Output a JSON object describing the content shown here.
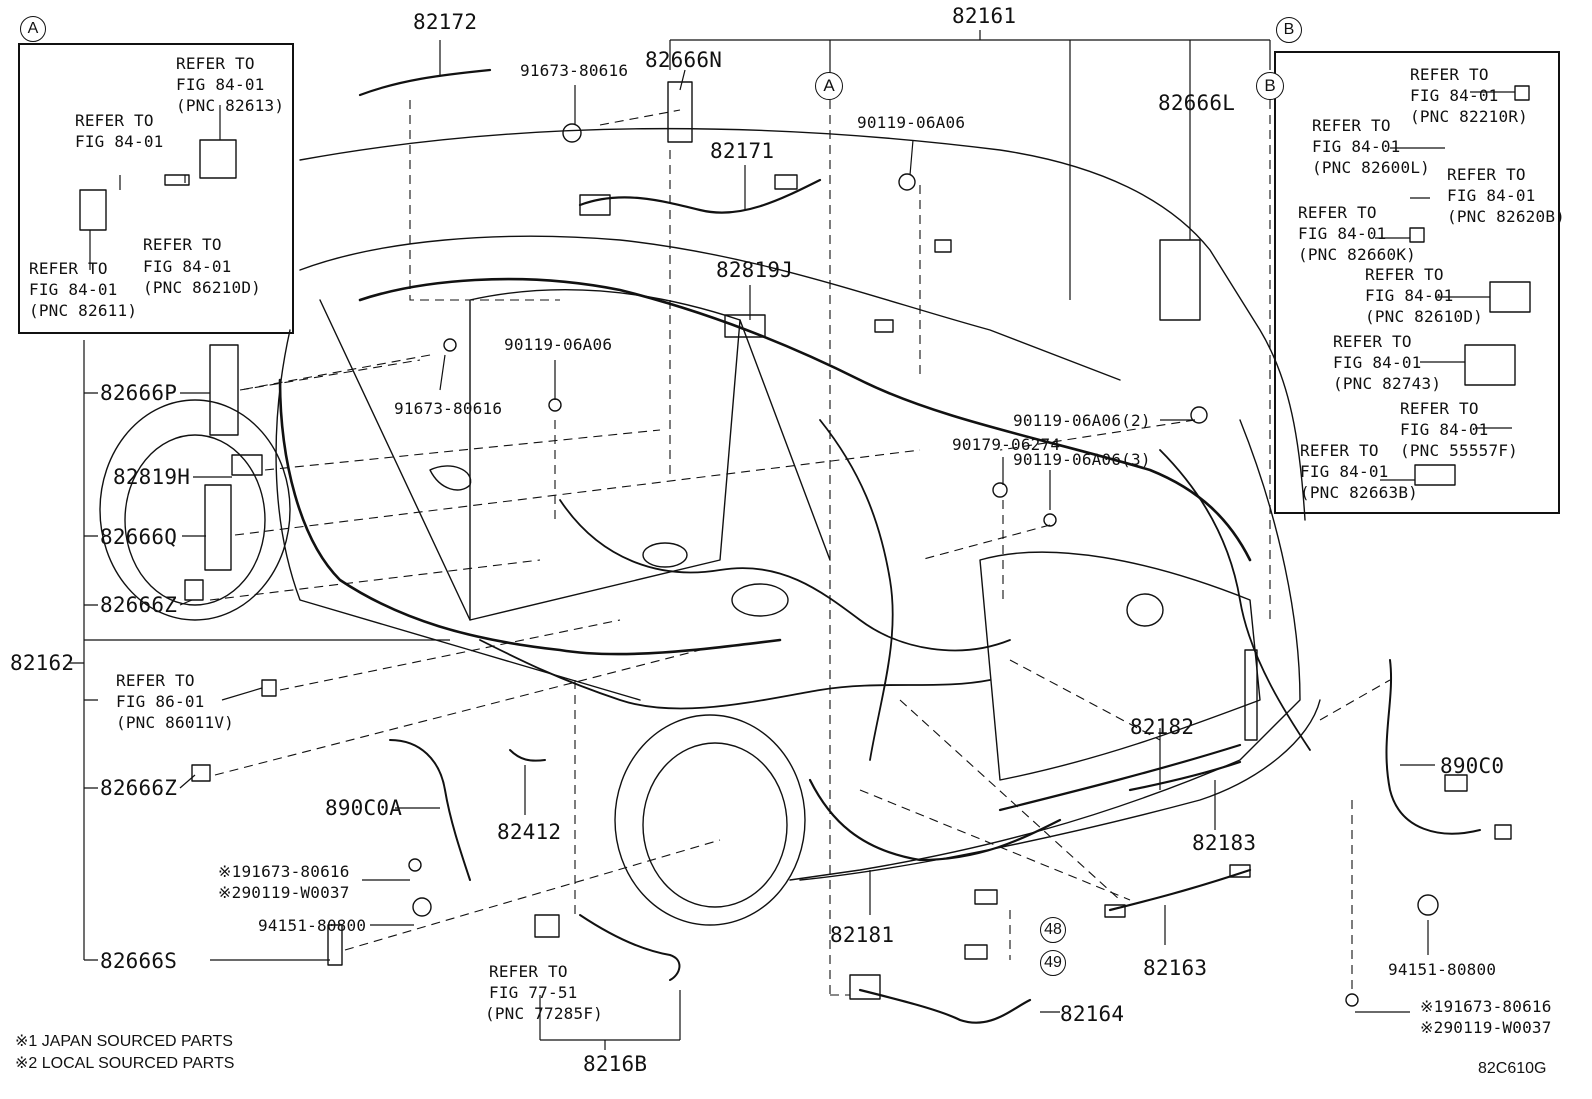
{
  "diagram": {
    "code": "82C610G",
    "notes": [
      "※1 JAPAN SOURCED PARTS",
      "※2 LOCAL SOURCED PARTS"
    ],
    "circles": {
      "A": "A",
      "B": "B",
      "n48": "48",
      "n49": "49"
    },
    "panel_a": {
      "refs": [
        "REFER TO",
        "FIG 84-01",
        "(PNC 82613)",
        "REFER TO",
        "FIG 84-01",
        "REFER TO",
        "FIG 84-01",
        "(PNC 86210D)",
        "REFER TO",
        "FIG 84-01",
        "(PNC 82611)"
      ]
    },
    "panel_b": {
      "refs": [
        "REFER TO",
        "FIG 84-01",
        "(PNC 82210R)",
        "REFER TO",
        "FIG 84-01",
        "(PNC 82600L)",
        "REFER TO",
        "FIG 84-01",
        "(PNC 82620B)",
        "REFER TO",
        "FIG 84-01",
        "(PNC 82660K)",
        "REFER TO",
        "FIG 84-01",
        "(PNC 82610D)",
        "REFER TO",
        "FIG 84-01",
        "(PNC 82743)",
        "REFER TO",
        "FIG 84-01",
        "(PNC 55557F)",
        "REFER TO",
        "FIG 84-01",
        "(PNC 82663B)"
      ]
    },
    "parts": {
      "p82172": "82172",
      "p82161": "82161",
      "p91673a": "91673-80616",
      "p82666N": "82666N",
      "p82666L": "82666L",
      "p90119a": "90119-06A06",
      "p82171": "82171",
      "p82819J": "82819J",
      "p90119b": "90119-06A06",
      "p91673b": "91673-80616",
      "p82666P": "82666P",
      "p82819H": "82819H",
      "p82666Q": "82666Q",
      "p82666Z1": "82666Z",
      "p82162": "82162",
      "p90119c": "90119-06A06(2)",
      "p90179": "90179-06274",
      "p90119d": "90119-06A06(3)",
      "ref86_1": "REFER TO",
      "ref86_2": "FIG 86-01",
      "ref86_3": "(PNC 86011V)",
      "p82182": "82182",
      "p890C0": "890C0",
      "p82666Z2": "82666Z",
      "p890C0A": "890C0A",
      "p82412": "82412",
      "p82183": "82183",
      "p91673c": "※191673-80616",
      "p90119e": "※290119-W0037",
      "p94151a": "94151-80800",
      "p82181": "82181",
      "p82163": "82163",
      "p94151b": "94151-80800",
      "p82666S": "82666S",
      "ref77_1": "REFER TO",
      "ref77_2": "FIG 77-51",
      "ref77_3": "(PNC 77285F)",
      "p82164": "82164",
      "p91673d": "※191673-80616",
      "p90119f": "※290119-W0037",
      "p8216B": "8216B"
    }
  }
}
